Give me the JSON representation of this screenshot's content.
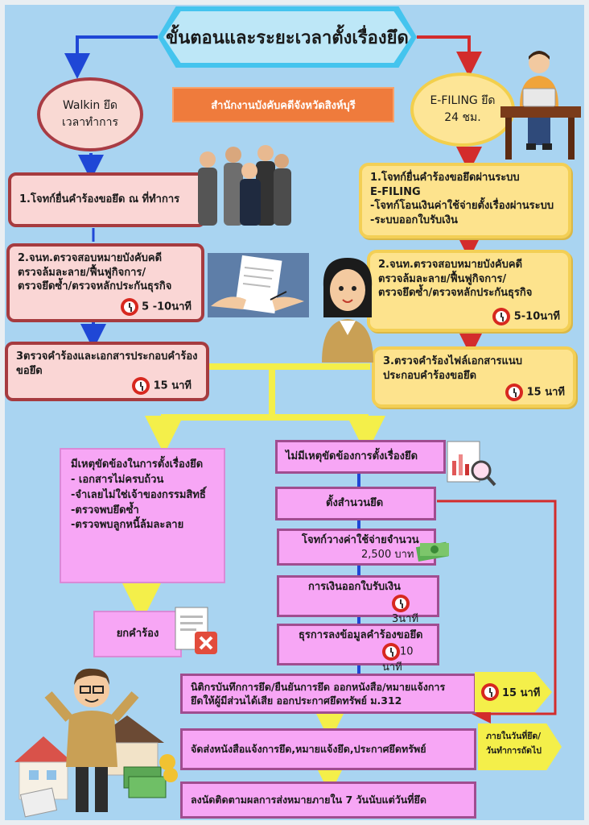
{
  "title": "ขั้นตอนและระยะเวลาตั้งเรื่องยึด",
  "office": "สำนักงานบังคับคดีจังหวัดสิงห์บุรี",
  "walkin": {
    "line1": "Walkin ยึด",
    "line2": "เวลาทำการ"
  },
  "efiling": {
    "line1": "E-FILING ยึด",
    "line2": "24 ชม."
  },
  "left_steps": [
    {
      "text": "1.โจทก์ยื่นคำร้องขอยึด ณ ที่ทำการ"
    },
    {
      "line1": "2.จนท.ตรวจสอบหมายบังคับคดี",
      "line2": "ตรวจล้มละลาย/ฟื้นฟูกิจการ/",
      "line3": "ตรวจยึดซ้ำ/ตรวจหลักประกันธุรกิจ",
      "time": "5 -10นาที"
    },
    {
      "line1": "3ตรวจคำร้องและเอกสารประกอบคำร้อง",
      "line2": "ขอยึด",
      "time": "15 นาที"
    }
  ],
  "right_steps": [
    {
      "line1": "1.โจทก์ยื่นคำร้องขอยึดผ่านระบบ",
      "line2": "E-FILING",
      "line3": "-โจทก์โอนเงินค่าใช้จ่ายตั้งเรื่องผ่านระบบ",
      "line4": "-ระบบออกใบรับเงิน"
    },
    {
      "line1": "2.จนท.ตรวจสอบหมายบังคับคดี",
      "line2": "ตรวจล้มละลาย/ฟื้นฟูกิจการ/",
      "line3": "ตรวจยึดซ้ำ/ตรวจหลักประกันธุรกิจ",
      "time": "5-10นาที"
    },
    {
      "line1": "3.ตรวจคำร้องไฟล์เอกสารแนบ",
      "line2": "ประกอบคำร้องขอยึด",
      "time": "15 นาที"
    }
  ],
  "problem_note": {
    "title": "มีเหตุขัดข้องในการตั้งเรื่องยึด",
    "items": [
      "- เอกสารไม่ครบถ้วน",
      "-จำเลยไม่ใช่เจ้าของกรรมสิทธิ์",
      "-ตรวจพบยึดซ้ำ",
      "-ตรวจพบลูกหนี้ล้มละลาย"
    ]
  },
  "reject": "ยกคำร้อง",
  "no_problem": "ไม่มีเหตุขัดข้องการตั้งเรื่องยึด",
  "create_file": "ตั้งสำนวนยึด",
  "deposit": {
    "line1": "โจทก์วางค่าใช้จ่ายจำนวน",
    "line2": "2,500 บาท"
  },
  "receipt": {
    "line1": "การเงินออกใบรับเงิน",
    "time": "3นาที"
  },
  "record": {
    "line1": "ธุรการลงข้อมูลคำร้องขอยึด",
    "time": "10 นาที"
  },
  "legal": {
    "line1": "นิติกรบันทึกการยึด/ยืนยันการยึด ออกหนังสือ/หมายแจ้งการ",
    "line2": "ยึดให้ผู้มีส่วนได้เสีย ออกประกาศยึดทรัพย์ ม.312"
  },
  "legal_time": "15 นาที",
  "send": "จัดส่งหนังสือแจ้งการยึด,หมายแจ้งยึด,ประกาศยึดทรัพย์",
  "send_time": {
    "line1": "ภายในวันที่ยึด/",
    "line2": "วันทำการถัดไป"
  },
  "follow": "ลงนัดติดตามผลการส่งหมายภายใน 7 วันนับแต่วันที่ยึด",
  "colors": {
    "background": "#a9d4f1",
    "blue_arrow": "#1f47d6",
    "red_arrow": "#d32c2c",
    "yellow_arrow": "#f4ef4a",
    "pink": "#f7a6f5",
    "orange": "#ef7b3c"
  }
}
